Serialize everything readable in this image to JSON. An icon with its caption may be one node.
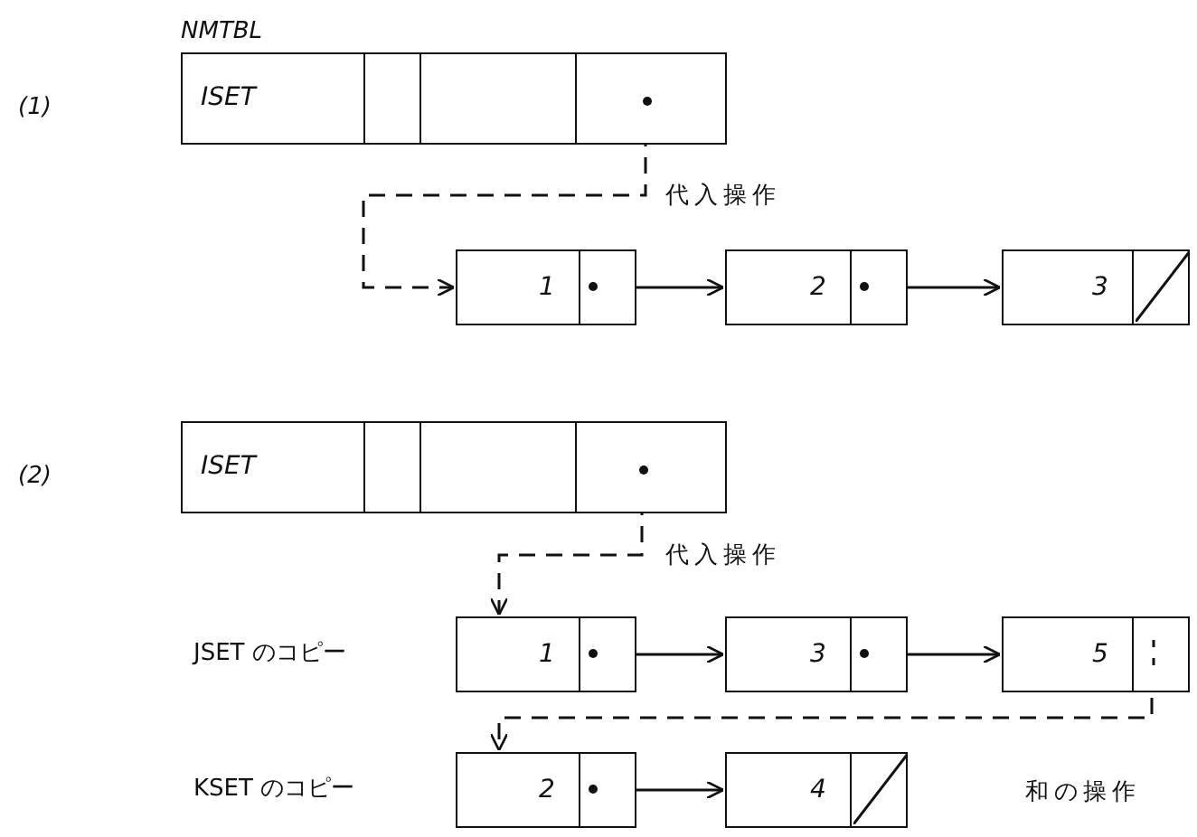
{
  "diagram": {
    "nodes": [
      {
        "text": [
          "NMTBL",
          "ISET"
        ]
      },
      {
        "text": [
          "1"
        ]
      },
      {
        "text": [
          "2"
        ]
      },
      {
        "text": [
          "3"
        ]
      },
      {
        "text": [
          "ISET"
        ]
      },
      {
        "text": [
          "1"
        ]
      },
      {
        "text": [
          "3"
        ]
      },
      {
        "text": [
          "5"
        ]
      },
      {
        "text": [
          "2"
        ]
      },
      {
        "text": [
          "4"
        ]
      }
    ],
    "edges": [
      {
        "from": 0,
        "to": 1,
        "arrow": "to",
        "style": "dashed",
        "label": "代入操作"
      },
      {
        "from": 1,
        "to": 2,
        "arrow": "to"
      },
      {
        "from": 2,
        "to": 3,
        "arrow": "to"
      },
      {
        "from": 4,
        "to": 5,
        "arrow": "to",
        "style": "dashed",
        "label": "代入操作"
      },
      {
        "from": 5,
        "to": 6,
        "arrow": "to"
      },
      {
        "from": 6,
        "to": 7,
        "arrow": "to"
      },
      {
        "from": 7,
        "to": 8,
        "arrow": "to",
        "style": "dashed",
        "label": "和の操作"
      },
      {
        "from": 8,
        "to": 9,
        "arrow": "to"
      }
    ],
    "labels": [
      "(1)",
      "(2)",
      "JSET のコピー",
      "KSET のコピー"
    ]
  }
}
